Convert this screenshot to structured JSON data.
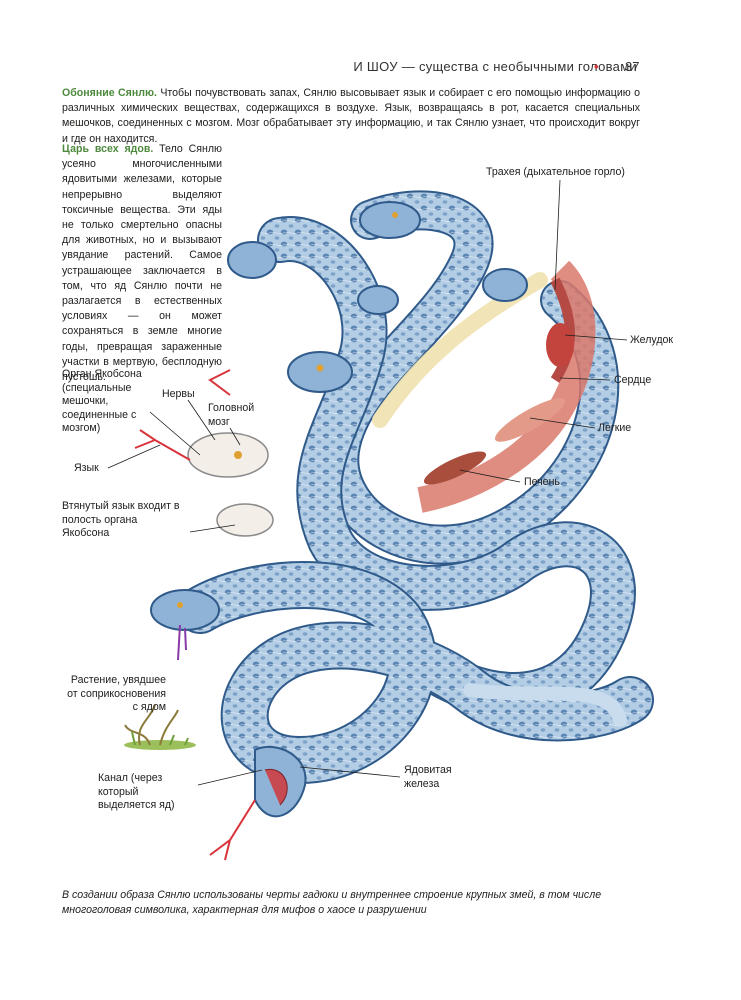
{
  "header": {
    "running_title": "И ШОУ — существа с необычными головами",
    "page_number": "37"
  },
  "intro": {
    "lead": "Обоняние Сянлю.",
    "text": " Чтобы почувствовать запах, Сянлю высовывает язык и собирает с его помощью информацию о различных химических веществах, содержащихся в воздухе. Язык, возвращаясь в рот, касается специальных мешочков, соединенных с мозгом. Мозг обрабатывает эту информацию, и так Сянлю узнает, что происходит вокруг и где он находится."
  },
  "sidebar": {
    "lead": "Царь всех ядов.",
    "text": " Тело Сянлю усеяно многочисленными ядовитыми железами, которые непрерывно выделяют токсичные вещества. Эти яды не только смертельно опасны для животных, но и вызывают увядание растений. Самое устрашающее заключается в том, что яд Сянлю почти не разлагается в естественных условиях — он может сохраняться в земле многие годы, превращая зараженные участки в мертвую, бесплодную пустошь."
  },
  "labels": {
    "trachea": "Трахея (дыхательное горло)",
    "stomach": "Желудок",
    "heart": "Сердце",
    "lungs": "Легкие",
    "liver": "Печень",
    "jacobson": "Орган Якобсона (специальные мешочки, соединенные с мозгом)",
    "nerves": "Нервы",
    "brain": "Головной мозг",
    "tongue": "Язык",
    "retracted": "Втянутый язык входит в полость органа Якобсона",
    "plant": "Растение, увядшее от соприкосновения с ядом",
    "duct": "Канал (через который выделяется яд)",
    "gland": "Ядовитая железа"
  },
  "caption": "В создании образа Сянлю использованы черты гадюки и внутреннее строение крупных змей, в том числе многоголовая символика, характерная для мифов о хаосе и разрушении",
  "colors": {
    "accent_green": "#4e8a3e",
    "header_dot": "#d8343b",
    "snake_body": "#a9c6e0",
    "snake_spots": "#3f6ea3",
    "snake_belly": "#efe2b0",
    "organs": "#d9786b"
  }
}
